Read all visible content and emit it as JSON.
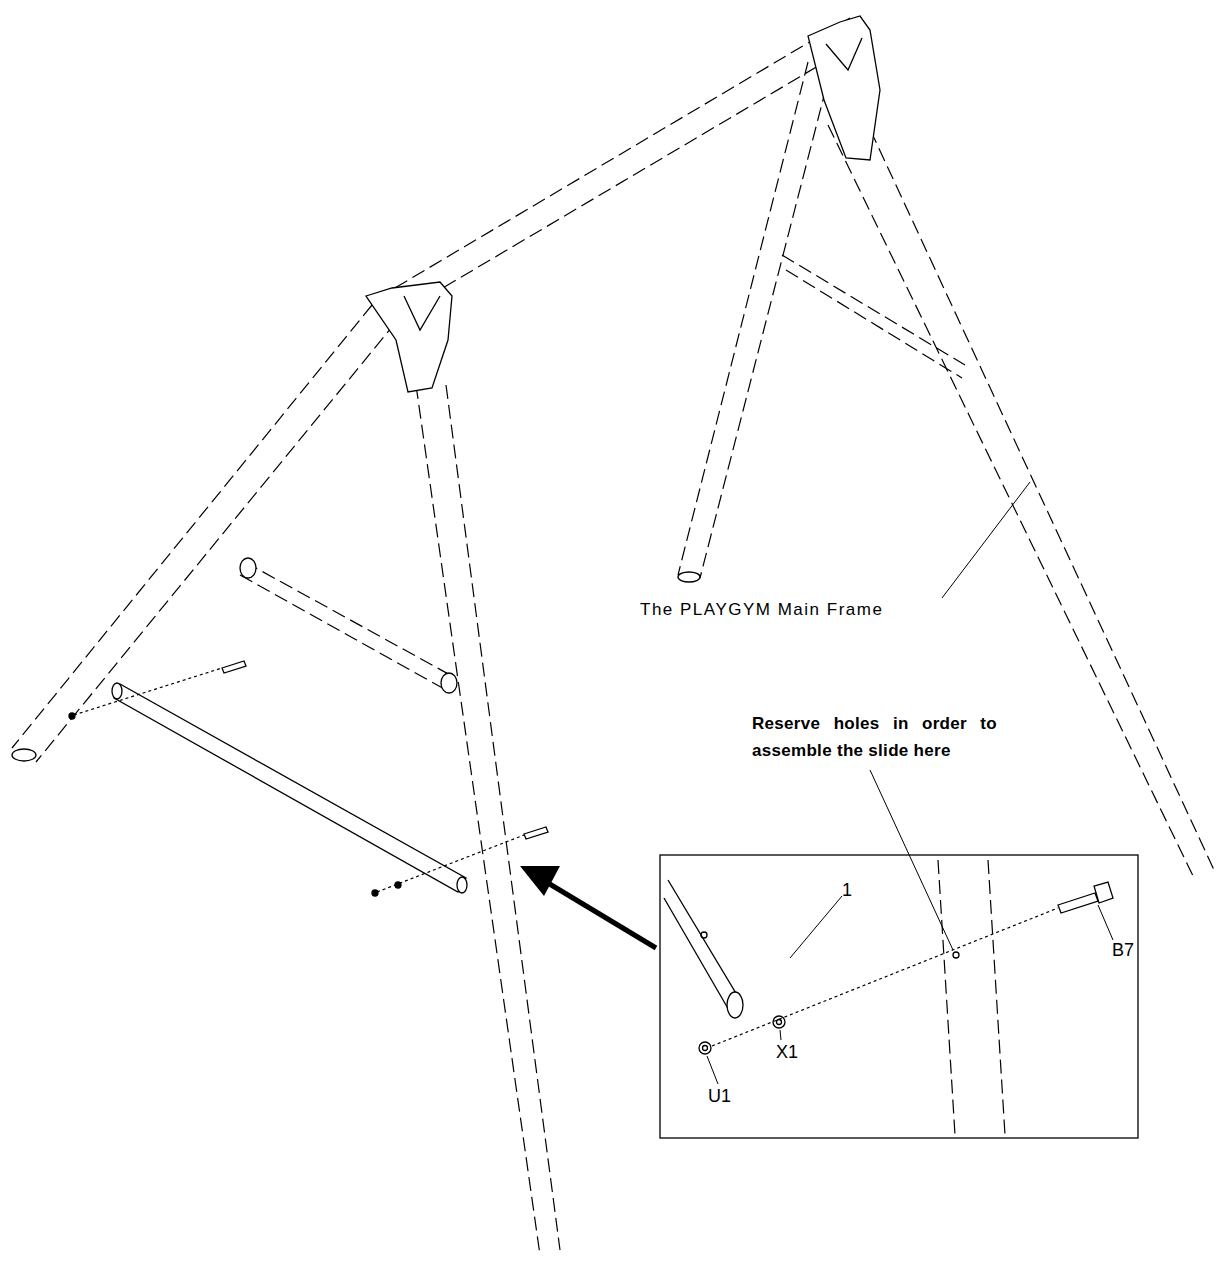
{
  "diagram": {
    "labels": [
      "The PLAYGYM Main Frame",
      "Reserve holes in order to assemble the slide here",
      "1",
      "B7",
      "X1",
      "U1"
    ]
  }
}
